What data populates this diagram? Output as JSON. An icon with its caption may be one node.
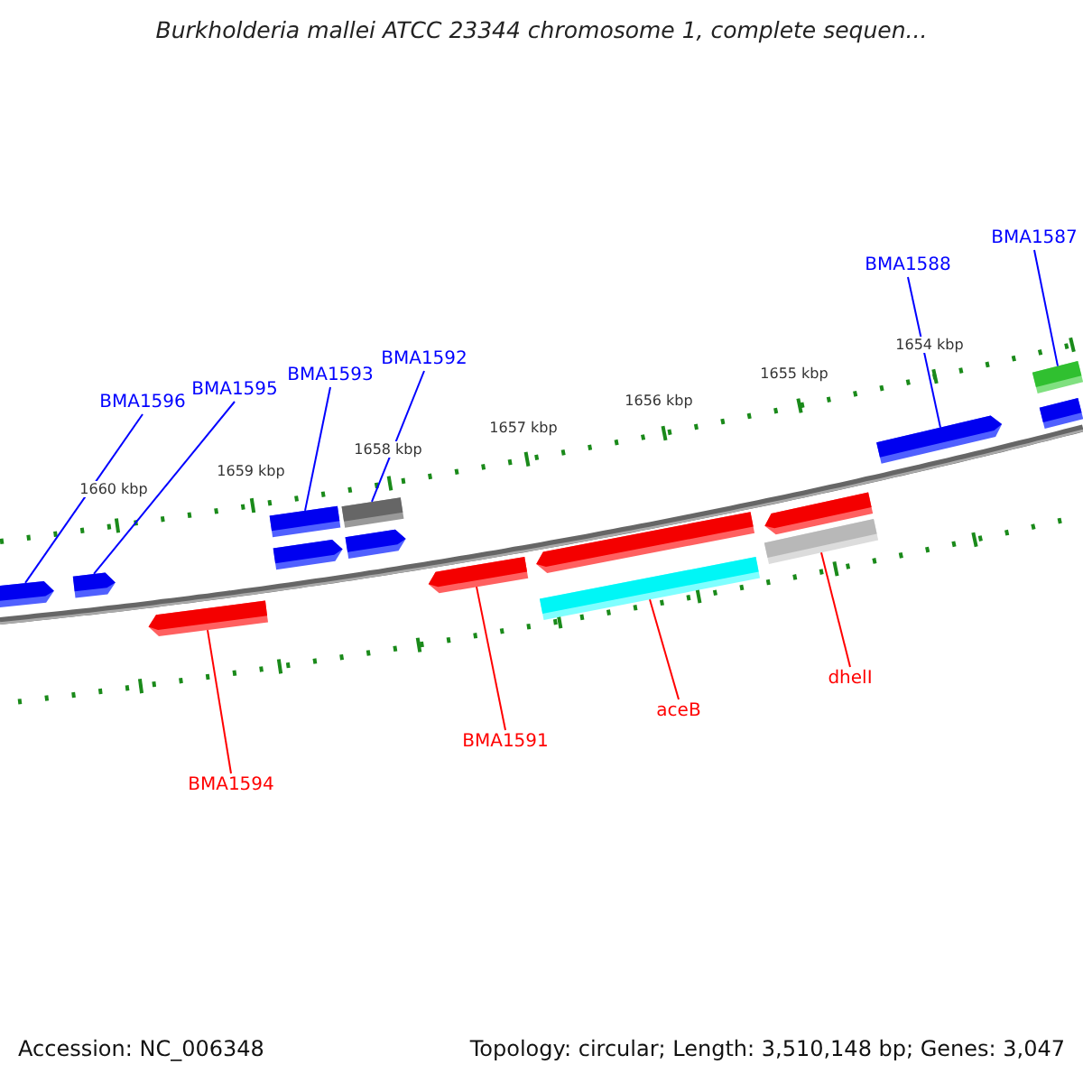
{
  "diagram": {
    "title": "Burkholderia mallei ATCC 23344 chromosome 1, complete sequen...",
    "nodes": [
      {
        "text": [
          "BMA1587"
        ]
      },
      {
        "text": [
          "BMA1588"
        ]
      },
      {
        "text": [
          "BMA1592"
        ]
      },
      {
        "text": [
          "BMA1593"
        ]
      },
      {
        "text": [
          "BMA1595"
        ]
      },
      {
        "text": [
          "BMA1596"
        ]
      },
      {
        "text": [
          "dhelI"
        ]
      },
      {
        "text": [
          "aceB"
        ]
      },
      {
        "text": [
          "BMA1591"
        ]
      },
      {
        "text": [
          "BMA1594"
        ]
      },
      {
        "text": [],
        "shape": "pentagon"
      },
      {
        "text": [],
        "shape": "pentagon"
      },
      {
        "text": [],
        "shape": "pentagon"
      },
      {
        "text": [],
        "shape": "bar"
      },
      {
        "text": [],
        "shape": "pentagon"
      },
      {
        "text": [],
        "shape": "bar"
      },
      {
        "text": [],
        "shape": "pentagon"
      },
      {
        "text": [],
        "shape": "pentagon"
      },
      {
        "text": [],
        "shape": "pentagon"
      },
      {
        "text": [],
        "shape": "bar"
      },
      {
        "text": [],
        "shape": "pentagon"
      },
      {
        "text": [],
        "shape": "bar"
      },
      {
        "text": [],
        "shape": "pentagon"
      },
      {
        "text": [],
        "shape": "bar"
      },
      {
        "text": [],
        "shape": "bar"
      }
    ],
    "edges": [
      {
        "from": 0,
        "to": 23,
        "arrow": "none"
      },
      {
        "from": 1,
        "to": 22,
        "arrow": "none"
      },
      {
        "from": 2,
        "to": 15,
        "arrow": "none"
      },
      {
        "from": 3,
        "to": 13,
        "arrow": "none"
      },
      {
        "from": 4,
        "to": 11,
        "arrow": "none"
      },
      {
        "from": 5,
        "to": 10,
        "arrow": "none"
      },
      {
        "from": 6,
        "to": 21,
        "arrow": "none",
        "color": "#ff0000"
      },
      {
        "from": 7,
        "to": 19,
        "arrow": "none",
        "color": "#ff0000"
      },
      {
        "from": 8,
        "to": 17,
        "arrow": "none",
        "color": "#ff0000"
      },
      {
        "from": 9,
        "to": 12,
        "arrow": "none",
        "color": "#ff0000"
      }
    ],
    "labels": [
      "1654 kbp",
      "1655 kbp",
      "1656 kbp",
      "1657 kbp",
      "1658 kbp",
      "1659 kbp",
      "1660 kbp",
      "Accession: NC_006348",
      "Topology: circular; Length: 3,510,148 bp; Genes: 3,047"
    ]
  }
}
